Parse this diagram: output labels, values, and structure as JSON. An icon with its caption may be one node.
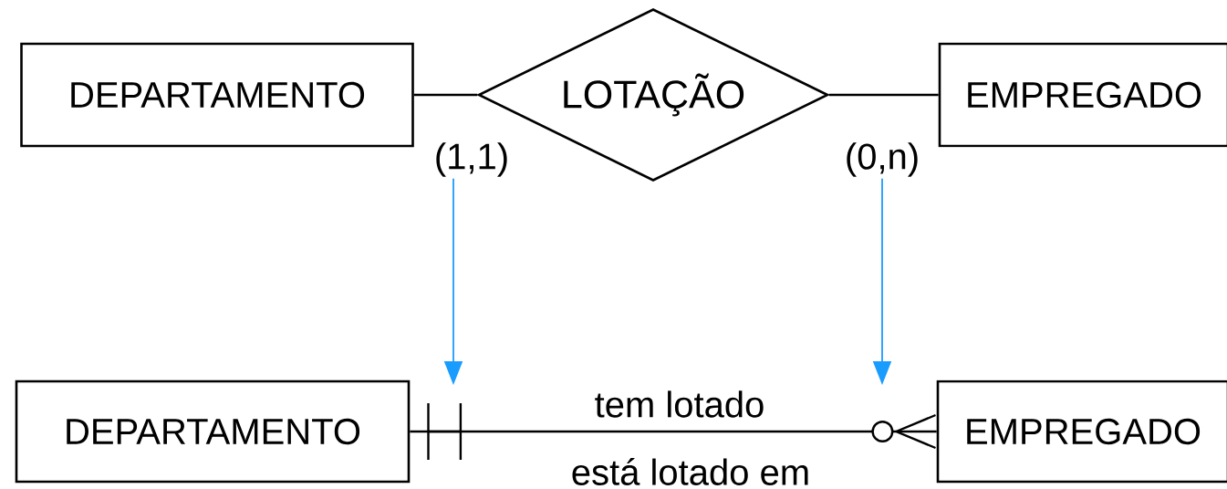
{
  "diagram": {
    "nodes": [
      {
        "text": [
          "DEPARTAMENTO"
        ]
      },
      {
        "text": [
          "LOTAÇÃO"
        ]
      },
      {
        "text": [
          "EMPREGADO"
        ]
      },
      {
        "text": [
          "(1,1)"
        ]
      },
      {
        "text": [
          "(0,n)"
        ]
      },
      {
        "text": [
          "DEPARTAMENTO"
        ]
      },
      {
        "text": [
          "EMPREGADO"
        ]
      }
    ],
    "edges": [
      {
        "from": 0,
        "to": 1,
        "arrow": "none"
      },
      {
        "from": 1,
        "to": 2,
        "arrow": "none"
      },
      {
        "from": 3,
        "to": null,
        "arrow": "to",
        "color": "#1a9cff"
      },
      {
        "from": 4,
        "to": null,
        "arrow": "to",
        "color": "#1a9cff"
      },
      {
        "from": 5,
        "to": 6,
        "arrow": "other",
        "label": "tem lotado"
      }
    ],
    "labels": [
      "está lotado em"
    ]
  }
}
